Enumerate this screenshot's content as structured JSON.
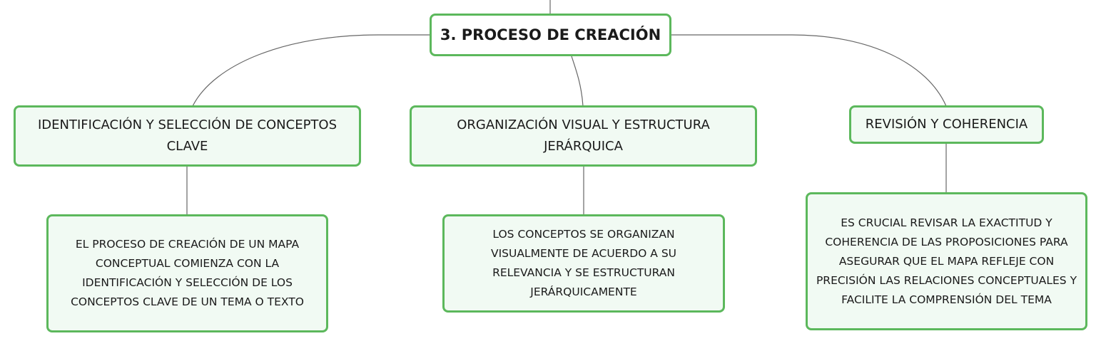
{
  "root": {
    "label": "3. PROCESO DE CREACIÓN"
  },
  "branches": [
    {
      "title": "IDENTIFICACIÓN Y SELECCIÓN DE CONCEPTOS CLAVE",
      "detail": "EL PROCESO DE CREACIÓN DE UN MAPA CONCEPTUAL COMIENZA CON LA IDENTIFICACIÓN Y SELECCIÓN DE LOS CONCEPTOS CLAVE DE UN TEMA O TEXTO"
    },
    {
      "title": "ORGANIZACIÓN VISUAL Y ESTRUCTURA JERÁRQUICA",
      "detail": "LOS CONCEPTOS SE ORGANIZAN VISUALMENTE DE ACUERDO A SU RELEVANCIA Y SE ESTRUCTURAN JERÁRQUICAMENTE"
    },
    {
      "title": "REVISIÓN Y COHERENCIA",
      "detail": "ES CRUCIAL REVISAR LA EXACTITUD Y COHERENCIA DE LAS PROPOSICIONES PARA ASEGURAR QUE EL MAPA REFLEJE CON PRECISIÓN LAS RELACIONES CONCEPTUALES Y FACILITE LA COMPRENSIÓN DEL TEMA"
    }
  ],
  "colors": {
    "node_border": "#5cb85c",
    "node_fill": "#f1faf3",
    "root_fill": "#ffffff",
    "connector": "#666666"
  }
}
